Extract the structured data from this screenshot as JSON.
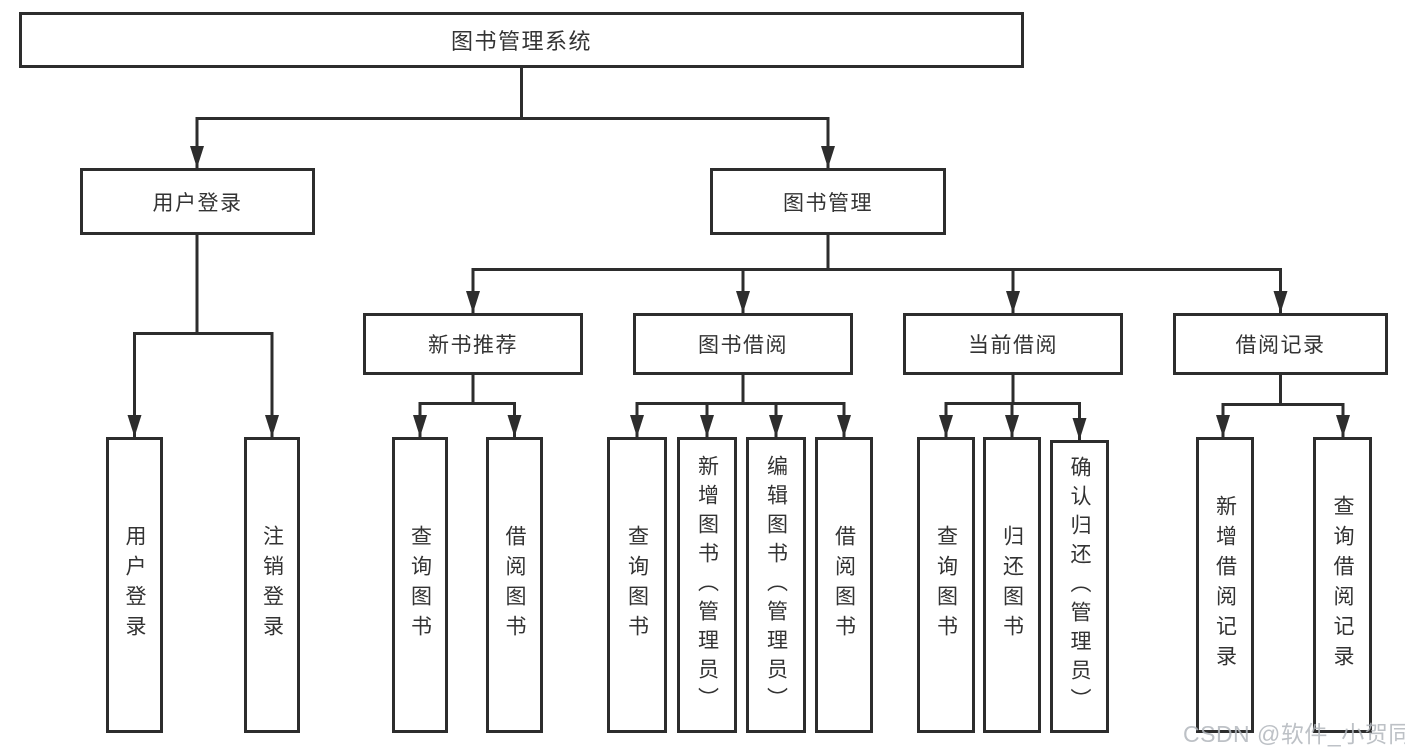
{
  "diagram": {
    "root": {
      "label": "图书管理系统"
    },
    "level2": [
      {
        "label": "用户登录"
      },
      {
        "label": "图书管理"
      }
    ],
    "level3": [
      {
        "label": "新书推荐"
      },
      {
        "label": "图书借阅"
      },
      {
        "label": "当前借阅"
      },
      {
        "label": "借阅记录"
      }
    ],
    "leaves": {
      "user_login": [
        {
          "label": "用户登录"
        },
        {
          "label": "注销登录"
        }
      ],
      "new_book_recommend": [
        {
          "label": "查询图书"
        },
        {
          "label": "借阅图书"
        }
      ],
      "book_borrowing": [
        {
          "label": "查询图书"
        },
        {
          "label": "新增图书（管理员）"
        },
        {
          "label": "编辑图书（管理员）"
        },
        {
          "label": "借阅图书"
        }
      ],
      "current_borrowing": [
        {
          "label": "查询图书"
        },
        {
          "label": "归还图书"
        },
        {
          "label": "确认归还（管理员）"
        }
      ],
      "borrowing_records": [
        {
          "label": "新增借阅记录"
        },
        {
          "label": "查询借阅记录"
        }
      ]
    },
    "colors": {
      "line": "#2d2d2d",
      "border": "#2d2d2d",
      "text": "#333333",
      "watermark": "#b1b6bc",
      "background": "#ffffff"
    },
    "watermark": "CSDN @软件_小贺同学"
  }
}
